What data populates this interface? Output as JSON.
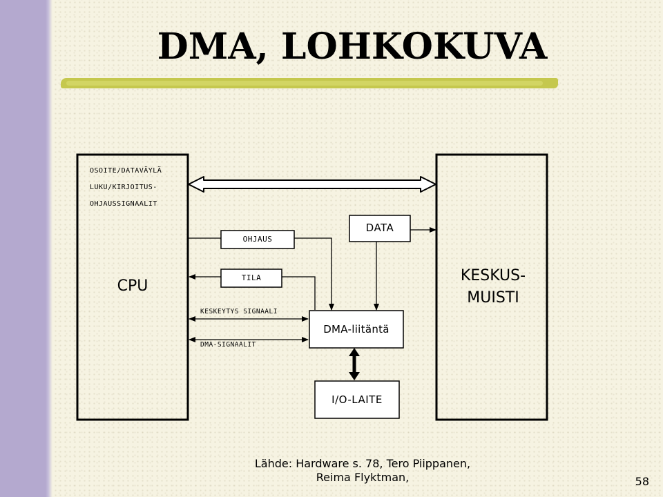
{
  "slide": {
    "title": "DMA, LOHKOKUVA",
    "source": "Lähde: Hardware s. 78, Tero Piippanen, Reima Flyktman,",
    "page_number": "58"
  },
  "diagram": {
    "cpu_label": "CPU",
    "memory_label_line1": "KESKUS-",
    "memory_label_line2": "MUISTI",
    "bus_label": "OSOITE/DATAVÄYLÄ",
    "rw_label_line1": "LUKU/KIRJOITUS-",
    "rw_label_line2": "OHJAUSSIGNAALIT",
    "ohjaus_label": "OHJAUS",
    "tila_label": "TILA",
    "data_label": "DATA",
    "interrupt_label": "KESKEYTYS SIGNAALI",
    "dma_signal_label": "DMA-SIGNAALIT",
    "dma_label": "DMA-liitäntä",
    "io_label": "I/O-LAITE"
  }
}
